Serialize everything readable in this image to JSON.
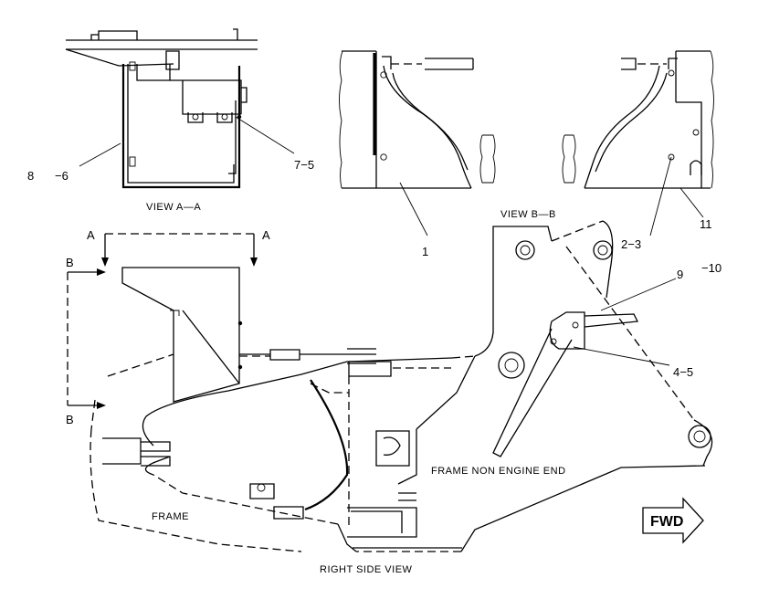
{
  "view_titles": {
    "view_a": "VIEW A—A",
    "view_b": "VIEW B—B",
    "right_side": "RIGHT SIDE VIEW"
  },
  "section_markers": {
    "a_left": "A",
    "a_right": "A",
    "b_top": "B",
    "b_bottom": "B"
  },
  "area_labels": {
    "frame": "FRAME",
    "frame_non_engine_end": "FRAME NON ENGINE END"
  },
  "callouts": {
    "c8": "8",
    "c6": "−6",
    "c7_5": "7−5",
    "c1": "1",
    "c2_3": "2−3",
    "c11": "11",
    "c9": "9",
    "c10": "−10",
    "c4_5": "4−5"
  },
  "fwd_label": "FWD"
}
